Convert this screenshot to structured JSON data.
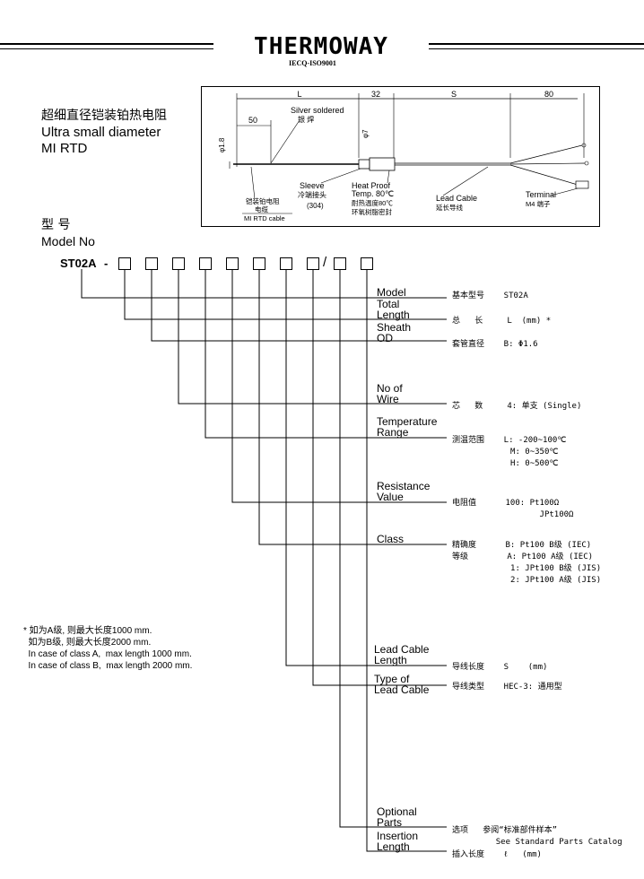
{
  "header": {
    "brand": "THERMOWAY",
    "cert": "IECQ-ISO9001"
  },
  "product": {
    "title_zh": "超细直径铠装铂热电阻",
    "title_en_1": "Ultra small diameter",
    "title_en_2": "MI RTD"
  },
  "drawing": {
    "dims": {
      "L": "L",
      "d32": "32",
      "S": "S",
      "d80": "80",
      "d50": "50",
      "phi7": "φ7",
      "phi18": "φ1.8"
    },
    "labels": {
      "silver_en": "Silver soldered",
      "silver_zh": "银    焊",
      "mi_zh_1": "铠装铂电阻",
      "mi_zh_2": "电缆",
      "mi_en": "MI RTD cable",
      "sleeve_en": "Sleeve",
      "sleeve_zh": "冷端接头",
      "sleeve_mat": "(304)",
      "heat_en_1": "Heat Proof",
      "heat_en_2": "Temp. 80℃",
      "heat_zh_1": "耐热温度80℃",
      "heat_zh_2": "环氧树脂密封",
      "lead_en": "Lead Cable",
      "lead_zh": "延长导线",
      "term_en": "Terminal",
      "term_zh": "M4 端子"
    }
  },
  "model": {
    "heading_zh": "型  号",
    "heading_en": "Model No",
    "code": "ST02A",
    "dash": "-",
    "slash": "/"
  },
  "items": [
    {
      "label_1": "Model",
      "label_2": "",
      "desc": "基本型号    ST02A"
    },
    {
      "label_1": "Total",
      "label_2": "Length",
      "desc": "总   长     L  (mm) *"
    },
    {
      "label_1": "Sheath",
      "label_2": "OD",
      "desc": "套管直径    B: Φ1.6"
    },
    {
      "label_1": "No of",
      "label_2": "Wire",
      "desc": "芯   数     4: 单支 (Single)"
    },
    {
      "label_1": "Temperature",
      "label_2": "Range",
      "desc": "测温范围    L: -200~100℃\n            M: 0~350℃\n            H: 0~500℃"
    },
    {
      "label_1": "Resistance",
      "label_2": "Value",
      "desc": "电阻值      100: Pt100Ω\n                  JPt100Ω"
    },
    {
      "label_1": "Class",
      "label_2": "",
      "desc": "精确度      B: Pt100 B级 (IEC)\n等级        A: Pt100 A级 (IEC)\n            1: JPt100 B级 (JIS)\n            2: JPt100 A级 (JIS)"
    },
    {
      "label_1": "Lead Cable",
      "label_2": "Length",
      "desc": "导线长度    S    (mm)"
    },
    {
      "label_1": "Type of",
      "label_2": "Lead Cable",
      "desc": "导线类型    HEC-3: 通用型"
    },
    {
      "label_1": "Optional",
      "label_2": "Parts",
      "desc": "选项   参阅“标准部件样本”\n         See Standard Parts Catalog"
    },
    {
      "label_1": "Insertion",
      "label_2": "Length",
      "desc": "插入长度    ℓ   (mm)"
    }
  ],
  "note": {
    "line1": "* 如为A级, 则最大长度1000 mm.",
    "line2": "  如为B级, 则最大长度2000 mm.",
    "line3": "  In case of class A,  max length 1000 mm.",
    "line4": "  In case of class B,  max length 2000 mm."
  }
}
